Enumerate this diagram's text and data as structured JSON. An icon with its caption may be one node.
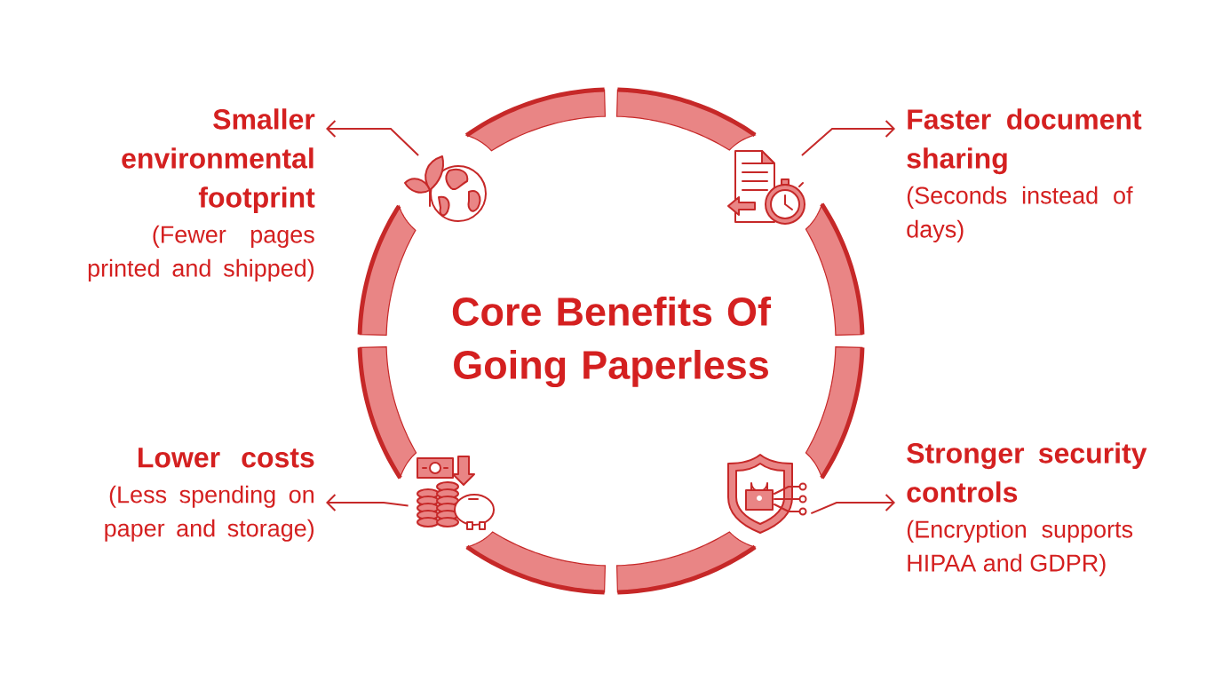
{
  "diagram": {
    "title": "Core Benefits Of Going Paperless",
    "nodes": [
      {
        "text": [
          "Smaller environmental footprint",
          "(Fewer pages printed and shipped)"
        ]
      },
      {
        "text": [],
        "shape": "picture"
      },
      {
        "text": [],
        "shape": "picture"
      },
      {
        "text": [
          "Faster document sharing",
          "(Seconds instead of days)"
        ]
      },
      {
        "text": [
          "Lower costs",
          "(Less spending on paper and storage)"
        ]
      },
      {
        "text": [],
        "shape": "picture"
      },
      {
        "text": [],
        "shape": "picture"
      },
      {
        "text": [
          "Stronger security controls",
          "(Encryption supports HIPAA and GDPR)"
        ]
      }
    ],
    "edges": [
      {
        "from": 1,
        "to": 0,
        "arrow": "to"
      },
      {
        "from": 2,
        "to": 3,
        "arrow": "to"
      },
      {
        "from": 5,
        "to": 4,
        "arrow": "to"
      },
      {
        "from": 6,
        "to": 7,
        "arrow": "to"
      }
    ]
  }
}
